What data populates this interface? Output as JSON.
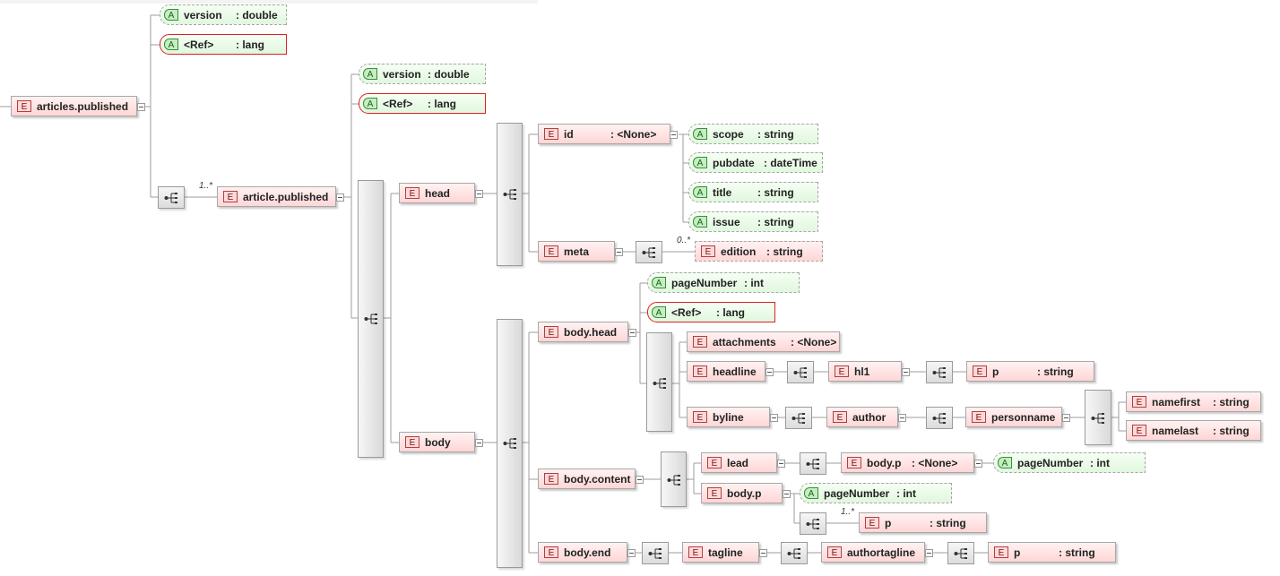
{
  "icons": {
    "element_badge": "E",
    "attribute_badge": "A",
    "sequence_icon": "sequence-icon",
    "collapse_icon": "collapse-icon"
  },
  "colors": {
    "element_fill": "#ffd6d6",
    "attribute_fill": "#e1f7de",
    "ref_border": "#dd2222",
    "compositor": "#dcdcdc"
  },
  "nodes": {
    "articles_published": {
      "name": "articles.published",
      "type": ""
    },
    "root_version": {
      "name": "version",
      "type": ": double"
    },
    "root_ref": {
      "name": "<Ref>",
      "type": ": lang"
    },
    "article_published": {
      "name": "article.published",
      "type": ""
    },
    "article_version": {
      "name": "version",
      "type": ": double"
    },
    "article_ref": {
      "name": "<Ref>",
      "type": ": lang"
    },
    "head": {
      "name": "head",
      "type": ""
    },
    "id": {
      "name": "id",
      "type": ": <None>"
    },
    "scope": {
      "name": "scope",
      "type": ": string"
    },
    "pubdate": {
      "name": "pubdate",
      "type": ": dateTime"
    },
    "title": {
      "name": "title",
      "type": ": string"
    },
    "issue": {
      "name": "issue",
      "type": ": string"
    },
    "meta": {
      "name": "meta",
      "type": ""
    },
    "edition": {
      "name": "edition",
      "type": ": string"
    },
    "body": {
      "name": "body",
      "type": ""
    },
    "body_head": {
      "name": "body.head",
      "type": ""
    },
    "bodyhead_pagenumber": {
      "name": "pageNumber",
      "type": ": int"
    },
    "bodyhead_ref": {
      "name": "<Ref>",
      "type": ": lang"
    },
    "attachments": {
      "name": "attachments",
      "type": ": <None>"
    },
    "headline": {
      "name": "headline",
      "type": ""
    },
    "hl1": {
      "name": "hl1",
      "type": ""
    },
    "headline_p": {
      "name": "p",
      "type": ": string"
    },
    "byline": {
      "name": "byline",
      "type": ""
    },
    "author": {
      "name": "author",
      "type": ""
    },
    "personname": {
      "name": "personname",
      "type": ""
    },
    "namefirst": {
      "name": "namefirst",
      "type": ": string"
    },
    "namelast": {
      "name": "namelast",
      "type": ": string"
    },
    "body_content": {
      "name": "body.content",
      "type": ""
    },
    "lead": {
      "name": "lead",
      "type": ""
    },
    "lead_bodyp": {
      "name": "body.p",
      "type": ": <None>"
    },
    "lead_pagenumber": {
      "name": "pageNumber",
      "type": ": int"
    },
    "body_p": {
      "name": "body.p",
      "type": ""
    },
    "bodyp_pagenumber": {
      "name": "pageNumber",
      "type": ": int"
    },
    "bodyp_p": {
      "name": "p",
      "type": ": string"
    },
    "body_end": {
      "name": "body.end",
      "type": ""
    },
    "tagline": {
      "name": "tagline",
      "type": ""
    },
    "authortagline": {
      "name": "authortagline",
      "type": ""
    },
    "end_p": {
      "name": "p",
      "type": ": string"
    }
  },
  "cardinality": {
    "article": "1..*",
    "edition": "0..*",
    "bodyp_p": "1..*"
  }
}
